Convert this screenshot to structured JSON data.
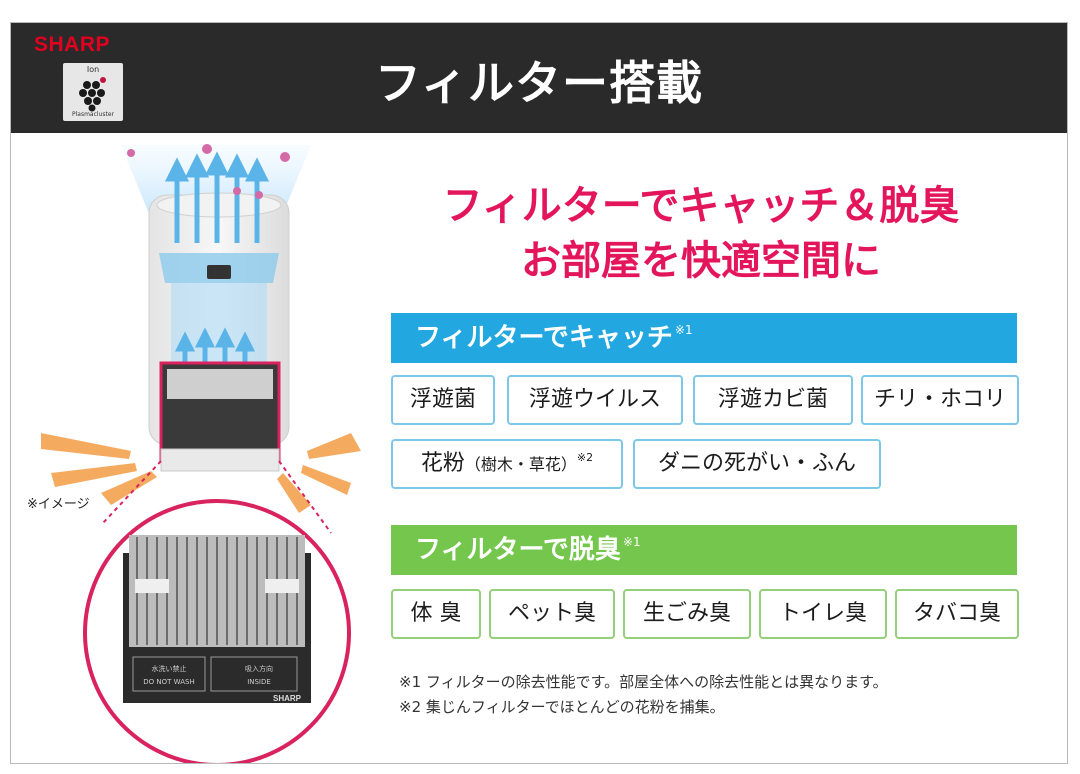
{
  "header": {
    "brand": "SHARP",
    "ion_badge_top": "Ion",
    "ion_badge_bottom": "Plasmacluster",
    "title": "フィルター搭載"
  },
  "illustration": {
    "caption": "※イメージ",
    "filter_label_1": "水洗い禁止",
    "filter_label_1_en": "DO NOT WASH",
    "filter_label_2": "吸入方向",
    "filter_label_2_en": "INSIDE",
    "filter_brand": "SHARP"
  },
  "headline": {
    "line1": "フィルターでキャッチ＆脱臭",
    "line2": "お部屋を快適空間に"
  },
  "catch_section": {
    "title": "フィルターでキャッチ",
    "mark": "※1",
    "tags": [
      "浮遊菌",
      "浮遊ウイルス",
      "浮遊カビ菌",
      "チリ・ホコリ"
    ],
    "tag_pollen_main": "花粉",
    "tag_pollen_sub": "（樹木・草花）",
    "tag_pollen_mark": "※2",
    "tag_mite": "ダニの死がい・ふん"
  },
  "deodor_section": {
    "title": "フィルターで脱臭",
    "mark": "※1",
    "tags": [
      "体 臭",
      "ペット臭",
      "生ごみ臭",
      "トイレ臭",
      "タバコ臭"
    ]
  },
  "notes": {
    "note1": "※1 フィルターの除去性能です。部屋全体への除去性能とは異なります。",
    "note2": "※2 集じんフィルターでほとんどの花粉を捕集。"
  },
  "colors": {
    "header_bg": "#2a2a2a",
    "brand_red": "#e1001f",
    "headline_pink": "#e3165b",
    "catch_blue": "#22a7e0",
    "deodor_green": "#74c74c",
    "circle_pink": "#d8235f"
  }
}
